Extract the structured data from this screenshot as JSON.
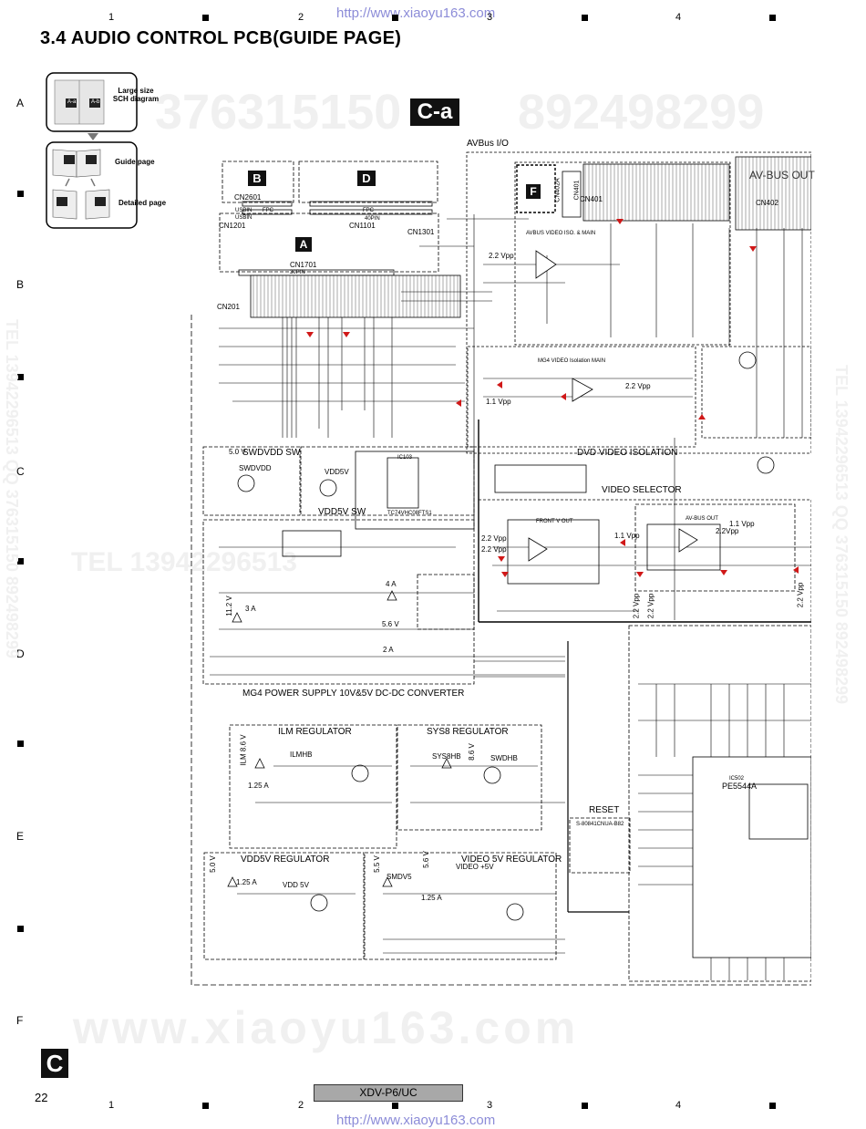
{
  "header": {
    "url_top": "http://www.xiaoyu163.com",
    "url_bottom": "http://www.xiaoyu163.com",
    "column_numbers": [
      "1",
      "2",
      "3",
      "4"
    ],
    "row_letters": [
      "A",
      "B",
      "C",
      "D",
      "E",
      "F"
    ],
    "title": "3.4  AUDIO CONTROL PCB(GUIDE PAGE)"
  },
  "guide": {
    "large_label": "Large size SCH diagram",
    "guide_label": "Guide page",
    "detail_label": "Detailed page",
    "tag_aa": "A-a",
    "tag_ab": "A-b"
  },
  "watermarks": {
    "num1": "376315150",
    "num2": "892498299",
    "tel_mid": "TEL 13942296513",
    "site": "www.xiaoyu163.com",
    "side_left": "TEL 13942296513 QQ 376315150 892498299",
    "side_right": "TEL 13942296513 QQ 376315150 892498299"
  },
  "schematic": {
    "section_tag": "C-a",
    "avbus_io": "AVBus I/O",
    "block_b": "B",
    "block_d": "D",
    "block_a": "A",
    "block_f": "F",
    "cn2601": "CN2601",
    "cn1201": "CN1201",
    "cn1101": "CN1101",
    "cn1301": "CN1301",
    "cn1701": "CN1701",
    "cn201": "CN201",
    "cn401": "CN401",
    "cn402": "CN402",
    "cn401_vert": "CN401",
    "cn402a": "CN402A",
    "fpc1": "FPC",
    "fpc2": "FPC",
    "usbin": "USBIN",
    "usbin2": "USBIN",
    "fortypin": "40PIN",
    "thirtypin": "30PIN",
    "av_bus_out": "AV-BUS OUT",
    "avbus_iso": "AVBUS VIDEO ISO. & MAIN",
    "mg4_iso": "MG4 VIDEO Isolation MAIN",
    "vpp_22": "2.2 Vpp",
    "vpp_22b": "2.2 Vpp",
    "vpp_11": "1.1 Vpp",
    "vpp_11b": "1.1 Vpp",
    "vpp_11c": "1.1 Vpp",
    "vpp_22c": "2.2Vpp",
    "vpp_22d": "2.2 Vpp",
    "vpp_22e": "2.2 Vpp",
    "vpp_22f": "2.2 Vpp",
    "vpp_22g": "2.2 Vpp",
    "vpp_22h": "2.2 Vpp",
    "dvd_iso": "DVD VIDEO ISOLATION",
    "video_selector": "VIDEO SELECTOR",
    "front_v_out": "FRONT V OUT",
    "av_bus_out_small": "AV-BUS OUT",
    "swdvdd_sw": "SWDVDD SW",
    "vdd5v_sw": "VDD5V SW",
    "v50": "5.0 V",
    "swdvdd": "SWDVDD",
    "vdd5v": "VDD5V",
    "ic103": "IC103",
    "tc74": "TC74VHC08FTS1",
    "mg4_power": "MG4 POWER SUPPLY 10V&5V DC-DC CONVERTER",
    "v112": "11.2 V",
    "a4": "4 A",
    "a3": "3 A",
    "a2": "2 A",
    "v56": "5.6 V",
    "ilm_reg": "ILM REGULATOR",
    "sys8_reg": "SYS8 REGULATOR",
    "ilm86": "ILM 8.6 V",
    "a125": "1.25 A",
    "ilmhb": "ILMHB",
    "sys8hb": "SYS8HB",
    "v86": "8.6 V",
    "swdhb": "SWDHB",
    "vdd5v_reg": "VDD5V REGULATOR",
    "video5v_reg": "VIDEO 5V REGULATOR",
    "v50b": "5.0 V",
    "a125b": "1.25 A",
    "vdd_5v": "VDD 5V",
    "v55": "5.5 V",
    "v56b": "5.6 V",
    "smdv5": "SMDV5",
    "video_5v": "VIDEO +5V",
    "a125c": "1.25 A",
    "reset": "RESET",
    "s80841": "S-80841CNUA-B82",
    "pe5544a": "PE5544A",
    "ic502": "IC502"
  },
  "footer": {
    "corner_tag": "C",
    "page_number": "22",
    "model": "XDV-P6/UC"
  }
}
